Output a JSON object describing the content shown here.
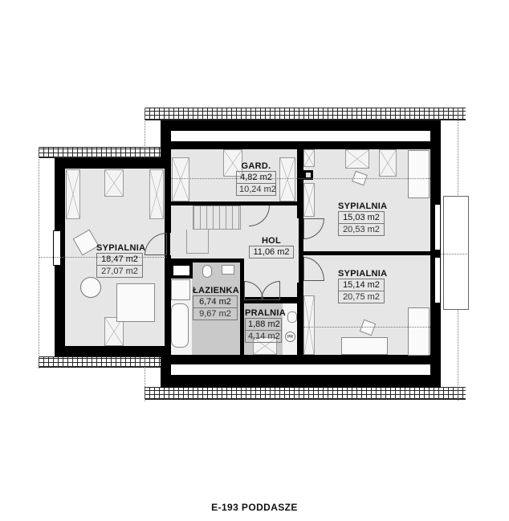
{
  "plan": {
    "title": "E-193 PODDASZE",
    "colors": {
      "wall": "#000000",
      "floor": "#e6e6e6",
      "wet_floor": "#c9c9c9",
      "background": "#ffffff"
    },
    "rooms": [
      {
        "id": "gard",
        "name": "GARD.",
        "area_net": "4,82 m2",
        "area_gross": "10,24 m2"
      },
      {
        "id": "sypialnia_ne",
        "name": "SYPIALNIA",
        "area_net": "15,03 m2",
        "area_gross": "20,53 m2"
      },
      {
        "id": "sypialnia_w",
        "name": "SYPIALNIA",
        "area_net": "18,47 m2",
        "area_gross": "27,07 m2"
      },
      {
        "id": "hol",
        "name": "HOL",
        "area_net": "11,06 m2"
      },
      {
        "id": "sypialnia_se",
        "name": "SYPIALNIA",
        "area_net": "15,14 m2",
        "area_gross": "20,75 m2"
      },
      {
        "id": "lazienka",
        "name": "ŁAZIENKA",
        "area_net": "6,74 m2",
        "area_gross": "9,67 m2"
      },
      {
        "id": "pralnia",
        "name": "PRALNIA",
        "area_net": "1,88 m2",
        "area_gross": "4,14 m2"
      }
    ],
    "icons": {
      "washing_machine": "PR"
    }
  }
}
